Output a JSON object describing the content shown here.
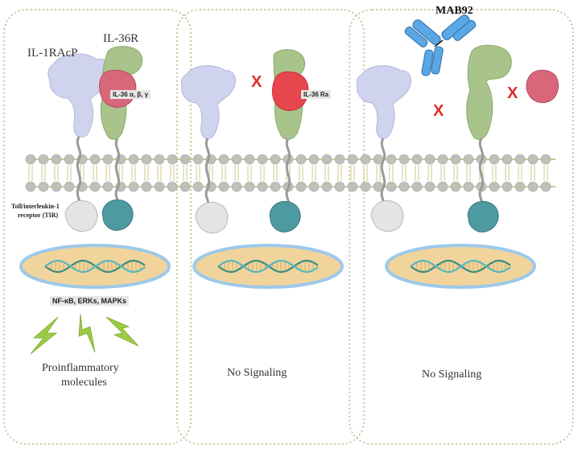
{
  "labels": {
    "il1racp": "IL-1RAcP",
    "il36r": "IL-36R",
    "ligands": "IL-36 α, β, γ",
    "antagonist": "IL-36 Ra",
    "antibody": "MAB92",
    "tir_line1": "Toll/interleukin-1",
    "tir_line2": "receptor (TIR)",
    "pathways": "NF-κB, ERKs, MAPKs",
    "outcome1_line1": "Proinflammatory",
    "outcome1_line2": "molecules",
    "outcome2": "No Signaling",
    "outcome3": "No Signaling",
    "block_mark": "X"
  },
  "colors": {
    "panel_border": "#b9b58a",
    "membrane_head": "#c0bfba",
    "membrane_line": "#cfc98a",
    "il1racp": "#cfd3ee",
    "il36r": "#a9c48a",
    "ligand": "#d9677a",
    "antagonist": "#e8464f",
    "tir_left": "#e4e4e4",
    "tir_right": "#4d9aa1",
    "nucleus": "#f1d49c",
    "nucleus_edge": "#9cc9ea",
    "dna": "#2f8c86",
    "lightning": "#9ccc45",
    "cross": "#e02a2a",
    "antibody": "#3d8fd1"
  }
}
